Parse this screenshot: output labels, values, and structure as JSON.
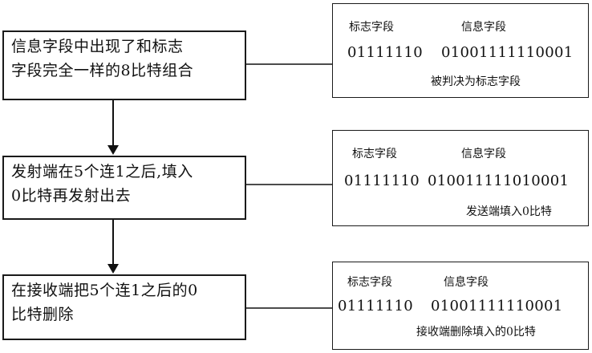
{
  "steps": [
    {
      "line1": "信息字段中出现了和标志",
      "line2": "字段完全一样的8比特组合"
    },
    {
      "line1": "发射端在5个连1之后,填入",
      "line2": "0比特再发射出去"
    },
    {
      "line1": "在接收端把5个连1之后的0",
      "line2": "比特删除"
    }
  ],
  "examples": [
    {
      "flag_label": "标志字段",
      "info_label": "信息字段",
      "flag_bits": "01111110",
      "info_bits": "01001111110001",
      "note": "被判决为标志字段"
    },
    {
      "flag_label": "标志字段",
      "info_label": "信息字段",
      "flag_bits": "01111110",
      "info_bits": "010011111010001",
      "note": "发送端填入0比特"
    },
    {
      "flag_label": "标志字段",
      "info_label": "信息字段",
      "flag_bits": "01111110",
      "info_bits": "01001111110001",
      "note": "接收端删除填入的0比特"
    }
  ]
}
